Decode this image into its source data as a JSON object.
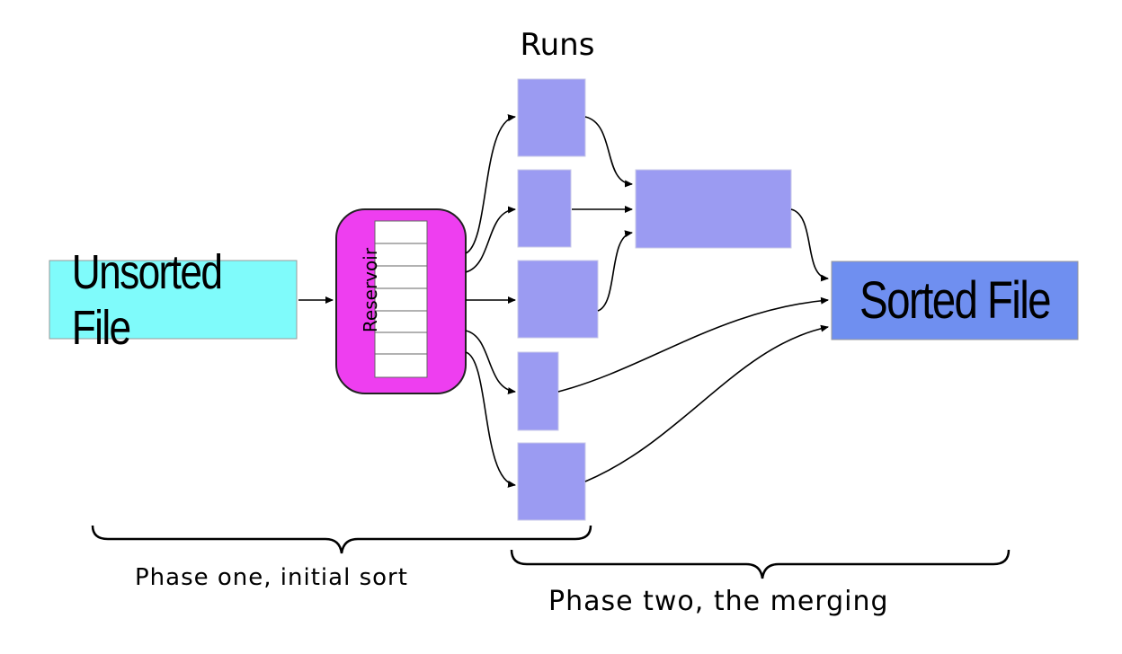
{
  "nodes": {
    "unsorted_file": "Unsorted File",
    "sorted_file": "Sorted File",
    "reservoir": "Reservoir",
    "runs_title": "Runs"
  },
  "phases": {
    "phase_one": "Phase one, initial sort",
    "phase_two": "Phase two, the merging"
  },
  "colors": {
    "unsorted_fill": "#7ffbfb",
    "sorted_fill": "#6f8ff0",
    "run_fill": "#9b9bf2",
    "reservoir_fill": "#ee3ef0",
    "arrow": "#000000"
  },
  "edges": [
    {
      "from": "Unsorted File",
      "to": "Reservoir"
    },
    {
      "from": "Reservoir",
      "to": "Runs"
    },
    {
      "from": "Runs",
      "to": "merged run"
    },
    {
      "from": "merged run",
      "to": "Sorted File"
    },
    {
      "from": "Runs",
      "to": "Sorted File"
    }
  ]
}
